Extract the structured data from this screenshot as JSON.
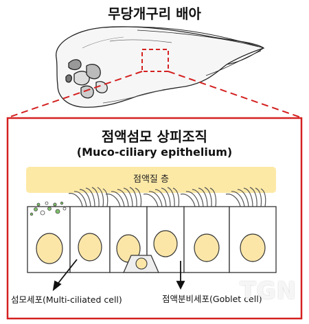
{
  "header": {
    "title": "무당개구리 배아"
  },
  "panel": {
    "title": "점액섬모 상피조직",
    "subtitle": "(Muco-ciliary epithelium)",
    "mucus_label": "점액질 층"
  },
  "labels": {
    "ciliated": "섬모세포(Multi-ciliated  cell)",
    "goblet": "점액분비세포(Goblet cell)"
  },
  "watermark": "TGN",
  "colors": {
    "frame_red": "#d42020",
    "mucus_yellow": "#fde9a6",
    "nucleus_fill": "#fbe6a8",
    "cell_outline": "#333333",
    "granule_green": "#7fc16a"
  }
}
